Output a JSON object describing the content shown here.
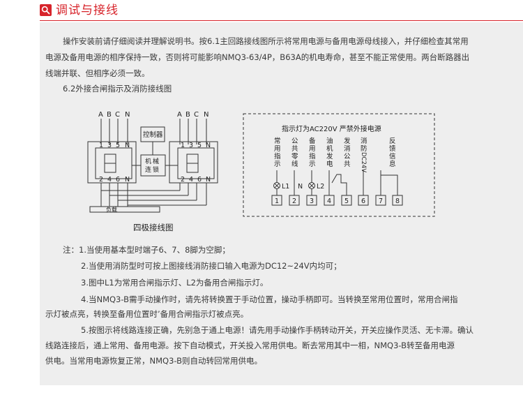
{
  "header": {
    "title": "调试与接线",
    "icon": "search-icon",
    "accent": "#d7242b"
  },
  "intro": {
    "line1": "操作安装前请仔细阅读并理解说明书。按6.1主回路接线图所示将常用电源与备用电源母线接入，并仔细检查其常用",
    "line2": "电源及备用电源的相序保持一致，否则将可能影响NMQ3-63/4P，B63A的机电寿命，甚至不能正常使用。两台断路器出",
    "line3": "线端并联、但相序必须一致。"
  },
  "section_title": "6.2外接合闸指示及消防接线图",
  "left_diagram": {
    "phase_labels": [
      "A",
      "B",
      "C",
      "N"
    ],
    "top_terms": [
      "1",
      "3",
      "5",
      "N"
    ],
    "bottom_terms": [
      "2",
      "4",
      "6",
      "N"
    ],
    "controller": "控制器",
    "interlock": [
      "机",
      "械",
      "连",
      "锁"
    ],
    "load": "负载",
    "caption": "四极接线图"
  },
  "right_diagram": {
    "header": "指示灯为AC220V   严禁外接电源",
    "col_labels": [
      [
        "常",
        "用",
        "指",
        "示"
      ],
      [
        "公",
        "共",
        "零",
        "线"
      ],
      [
        "备",
        "用",
        "指",
        "示"
      ],
      [
        "油",
        "机",
        "发",
        "电"
      ],
      [
        "发",
        "消",
        "公",
        "共"
      ],
      [
        "消",
        "防",
        "DC24V"
      ],
      [
        "反",
        "馈",
        "信",
        "息"
      ]
    ],
    "lamp1": "L1",
    "neutral": "N",
    "lamp2": "L2",
    "terminals": [
      "1",
      "2",
      "3",
      "4",
      "5",
      "6",
      "7",
      "8"
    ]
  },
  "notes": {
    "n1": "注：1.当使用基本型时端子6、7、8脚为空脚；",
    "n2": "2.当使用消防型时可按上图接线消防接口输入电源为DC12~24V内均可；",
    "n3": "3.图中L1为常用合闸指示灯、L2为备用合闸指示灯。",
    "n4a": "4.当NMQ3-B需手动操作时，请先将转换置于手动位置，操动手柄即可。当转换至常用位置时，常用合闸指",
    "n4b": "示灯被点亮，转换至备用位置时’备用合闸指示灯被点亮。",
    "n5a": "5.按图示将线路连接正确，先别急于通上电源！请先用手动操作手柄转动开关，开关应操作灵活、无卡滞。确认",
    "n5b": "线路连接后，通上常用、备用电源。按下自动模式，开关投入常用供电。断去常用其中一相，NMQ3-B转至备用电源",
    "n5c": "供电。当常用电源恢复正常，NMQ3-B则自动转回常用供电。"
  }
}
